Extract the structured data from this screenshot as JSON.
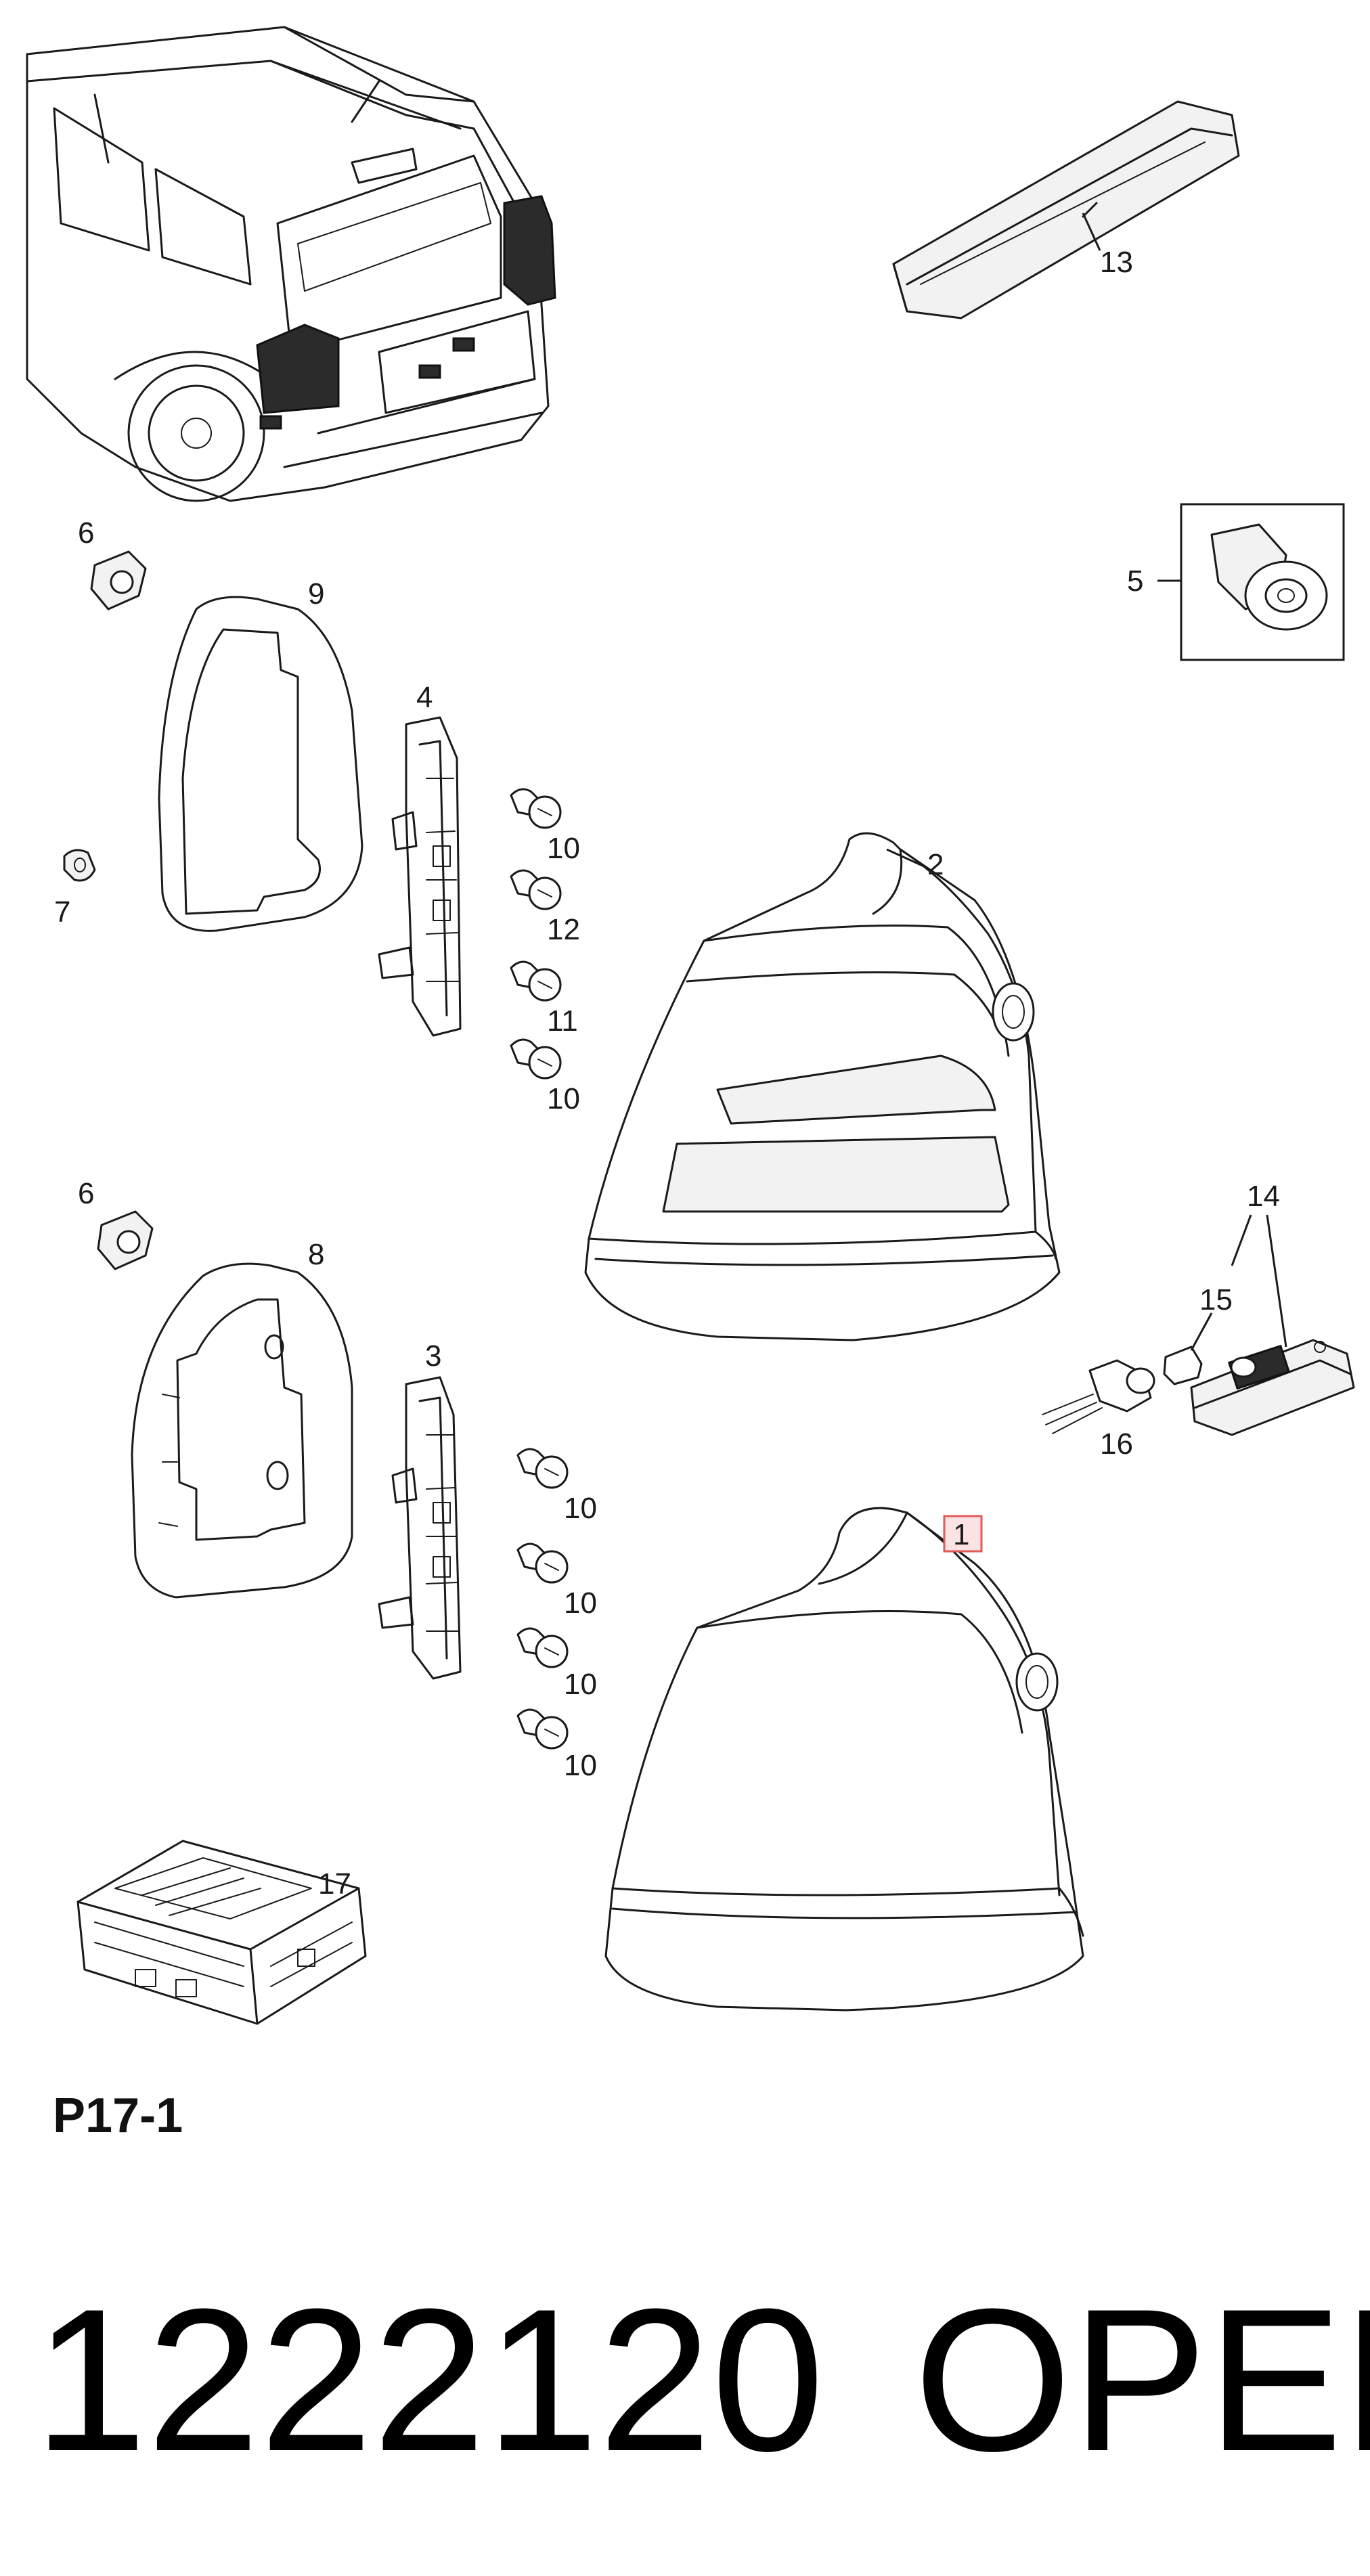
{
  "callouts": {
    "c1": "1",
    "c2": "2",
    "c3": "3",
    "c4": "4",
    "c5": "5",
    "c6a": "6",
    "c6b": "6",
    "c7": "7",
    "c8": "8",
    "c9": "9",
    "c10a": "10",
    "c10b": "10",
    "c10c": "10",
    "c10d": "10",
    "c10e": "10",
    "c10f": "10",
    "c11": "11",
    "c12": "12",
    "c13": "13",
    "c14": "14",
    "c15": "15",
    "c16": "16",
    "c17": "17"
  },
  "caption": "P17-1",
  "part_number": "1222120",
  "brand": "OPEL",
  "colors": {
    "highlight_box": "#e05a5a",
    "highlight_fill": "#fbe3e3",
    "line": "#1a1a1a"
  }
}
